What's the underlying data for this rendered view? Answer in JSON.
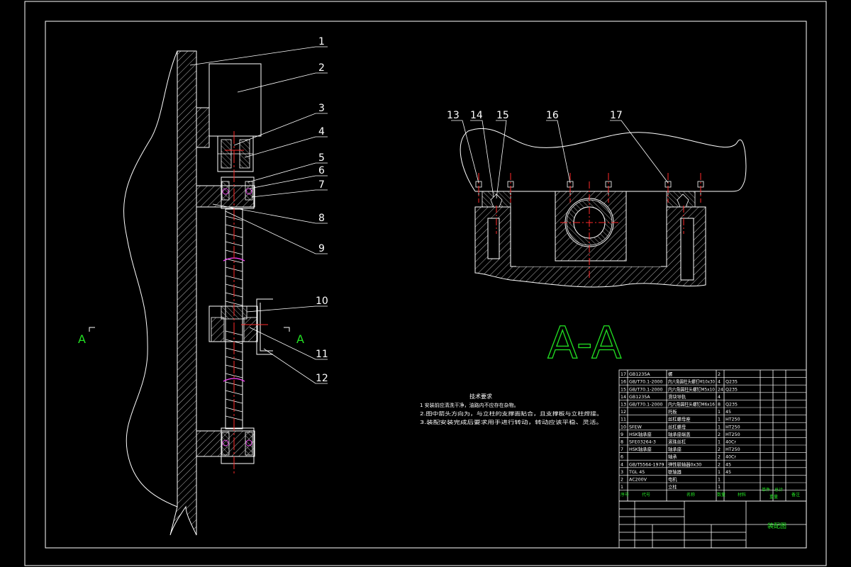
{
  "drawing": {
    "section_label": "A-A",
    "section_marker": "A",
    "part_callouts_left": [
      "1",
      "2",
      "3",
      "4",
      "5",
      "6",
      "7",
      "8",
      "9",
      "10",
      "11",
      "12"
    ],
    "part_callouts_right": [
      "13",
      "14",
      "15",
      "16",
      "17"
    ],
    "title_block_name": "装配图"
  },
  "technical_requirements": {
    "title": "技术要求",
    "lines": [
      "1 安装前应清洗干净，油路内不应存在杂物。",
      "2.图中箭头方向为，与立柱的支撑面贴合，且支撑板与立柱焊接。",
      "3.装配安装完成后要求用手进行转动，转动应该平稳、灵活。"
    ]
  },
  "parts_list": {
    "rows": [
      {
        "no": "17",
        "code": "GB1235A",
        "name": "螺",
        "qty": "2",
        "material": ""
      },
      {
        "no": "16",
        "code": "GB/T70.1-2000",
        "name": "内六角圆柱头螺钉M10x30",
        "qty": "4",
        "material": "Q235"
      },
      {
        "no": "15",
        "code": "GB/T70.1-2000",
        "name": "内六角圆柱头螺钉M5x10",
        "qty": "24",
        "material": "Q235"
      },
      {
        "no": "14",
        "code": "GB1235A",
        "name": "滑块导轨",
        "qty": "4",
        "material": ""
      },
      {
        "no": "13",
        "code": "GB/T70.1-2000",
        "name": "内六角圆柱头螺钉M6x16",
        "qty": "8",
        "material": "Q235"
      },
      {
        "no": "12",
        "code": "",
        "name": "托板",
        "qty": "1",
        "material": "45"
      },
      {
        "no": "11",
        "code": "",
        "name": "丝杠螺母座",
        "qty": "1",
        "material": "HT250"
      },
      {
        "no": "10",
        "code": "SFEW",
        "name": "丝杠螺母",
        "qty": "1",
        "material": "HT250"
      },
      {
        "no": "9",
        "code": "HSK轴承座",
        "name": "轴承座端盖",
        "qty": "2",
        "material": "HT250"
      },
      {
        "no": "8",
        "code": "SFE03264-3",
        "name": "滚珠丝杠",
        "qty": "1",
        "material": "40Cr"
      },
      {
        "no": "7",
        "code": "HSK轴承座",
        "name": "轴承座",
        "qty": "2",
        "material": "HT250"
      },
      {
        "no": "6",
        "code": "",
        "name": "轴承",
        "qty": "2",
        "material": "40Cr"
      },
      {
        "no": "4",
        "code": "GB/T5564-1979",
        "name": "弹性联轴器0x30",
        "qty": "2",
        "material": "45"
      },
      {
        "no": "3",
        "code": "TGL 45",
        "name": "联轴器",
        "qty": "1",
        "material": "45"
      },
      {
        "no": "2",
        "code": "AC200V",
        "name": "电机",
        "qty": "1",
        "material": ""
      },
      {
        "no": "1",
        "code": "",
        "name": "立柱",
        "qty": "1",
        "material": ""
      }
    ],
    "header": {
      "no": "序号",
      "code": "代号",
      "name": "名称",
      "qty": "数量",
      "material": "材料",
      "unit_weight": "单件",
      "total_weight": "总计",
      "weight": "重量",
      "remark": "备注"
    }
  },
  "colors": {
    "line": "#ffffff",
    "hatch": "#b8b8b8",
    "centerline": "#ff2a2a",
    "thread_mark": "#ff44ff",
    "section_text": "#22e022",
    "table_text": "#22e022"
  }
}
